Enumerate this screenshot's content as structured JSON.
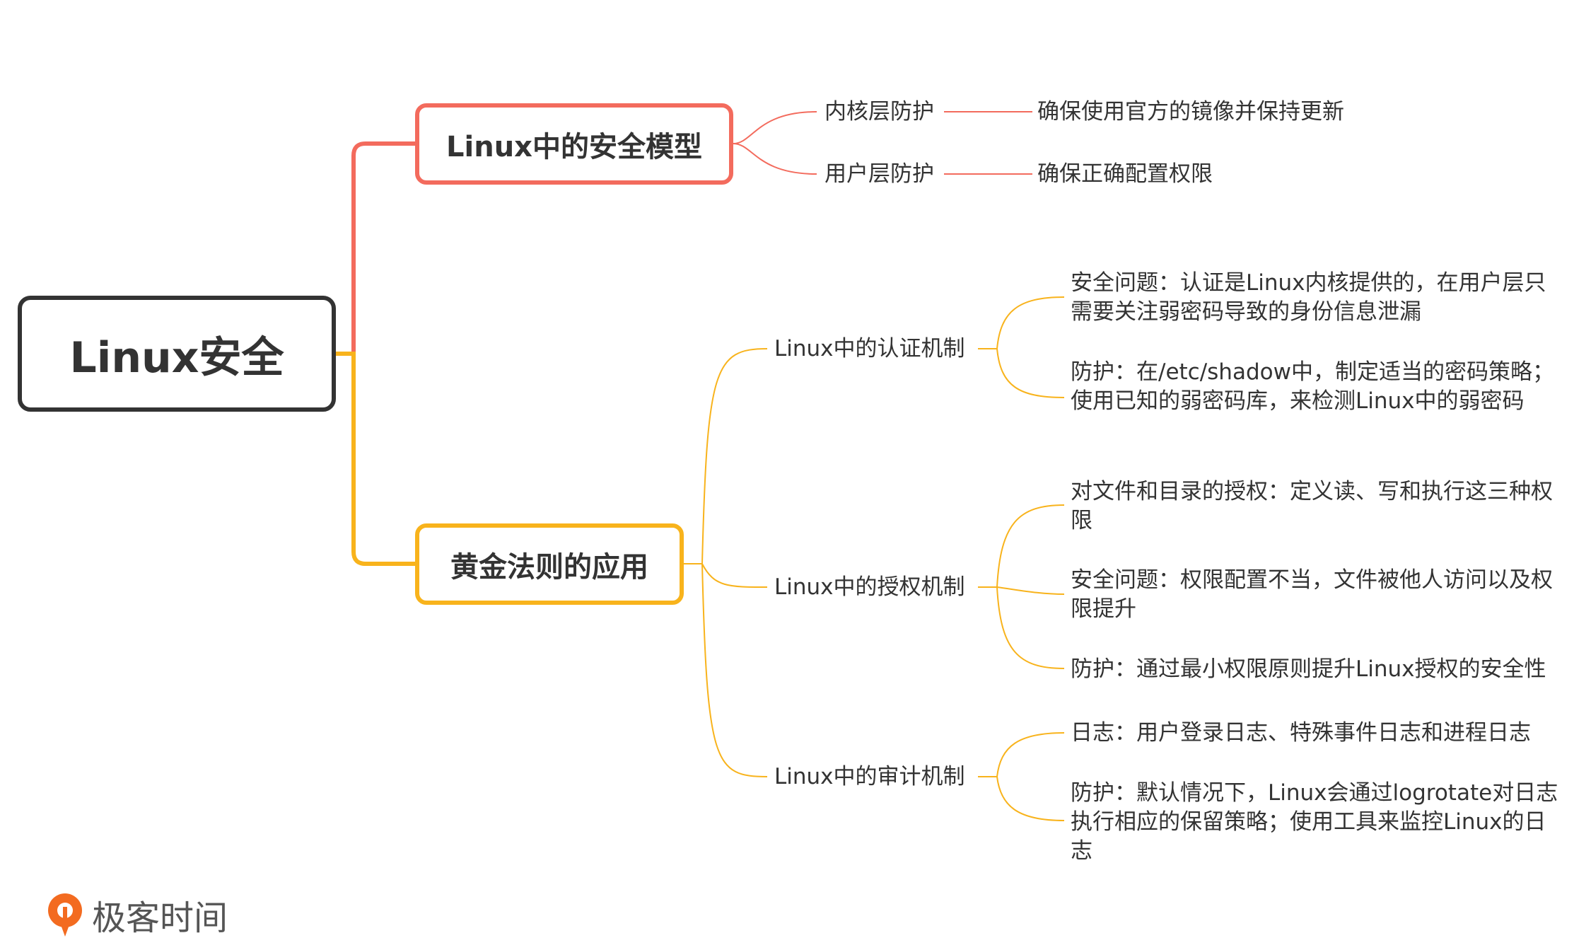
{
  "root": {
    "label": "Linux安全"
  },
  "branches": [
    {
      "label": "Linux中的安全模型",
      "color": "#f36b5d",
      "children": [
        {
          "label": "内核层防护",
          "leaves": [
            "确保使用官方的镜像并保持更新"
          ]
        },
        {
          "label": "用户层防护",
          "leaves": [
            "确保正确配置权限"
          ]
        }
      ]
    },
    {
      "label": "黄金法则的应用",
      "color": "#f8b31c",
      "children": [
        {
          "label": "Linux中的认证机制",
          "leaves": [
            "安全问题：认证是Linux内核提供的，在用户层只需要关注弱密码导致的身份信息泄漏",
            "防护：在/etc/shadow中，制定适当的密码策略；使用已知的弱密码库，来检测Linux中的弱密码"
          ]
        },
        {
          "label": "Linux中的授权机制",
          "leaves": [
            "对文件和目录的授权：定义读、写和执行这三种权限",
            "安全问题：权限配置不当，文件被他人访问以及权限提升",
            "防护：通过最小权限原则提升Linux授权的安全性"
          ]
        },
        {
          "label": "Linux中的审计机制",
          "leaves": [
            "日志：用户登录日志、特殊事件日志和进程日志",
            "防护：默认情况下，Linux会通过logrotate对日志执行相应的保留策略；使用工具来监控Linux的日志"
          ]
        }
      ]
    }
  ],
  "logo": {
    "text": "极客时间",
    "color": "#f36b20"
  }
}
